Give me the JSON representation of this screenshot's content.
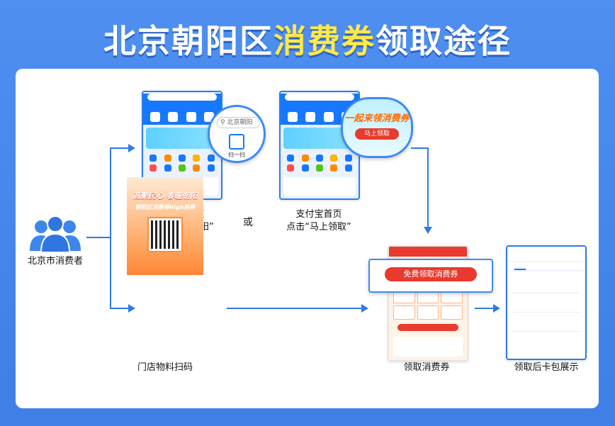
{
  "header": {
    "title_part1": "北京朝阳区",
    "title_highlight": "消费券",
    "title_part2": "领取途径"
  },
  "consumer": {
    "label": "北京市消费者",
    "icon": "people-group-icon"
  },
  "steps": {
    "alipay_home_search": {
      "line1": "支付宝首页",
      "line2": "搜索“北京朝阳”",
      "zoom_search_text": "北京朝阳",
      "zoom_scan_text": "扫一扫"
    },
    "or_text": "或",
    "alipay_home_click": {
      "line1": "支付宝首页",
      "line2": "点击“马上领取”",
      "zoom_banner_text": "一起来领消费券",
      "zoom_button_text": "马上领取"
    },
    "store_scan": {
      "label": "门店物料扫码",
      "poster_title1": "商聚民心 春暖朝阳",
      "poster_title2": "朝阳区消费券High购季"
    },
    "receive": {
      "label": "领取消费券",
      "button_text": "免费领取消费券"
    },
    "wallet": {
      "label": "领取后卡包展示"
    }
  },
  "colors": {
    "background": "#4a8bee",
    "title_highlight": "#ffe94a",
    "arrow": "#2f7ae8",
    "accent_red": "#e83a2e"
  }
}
